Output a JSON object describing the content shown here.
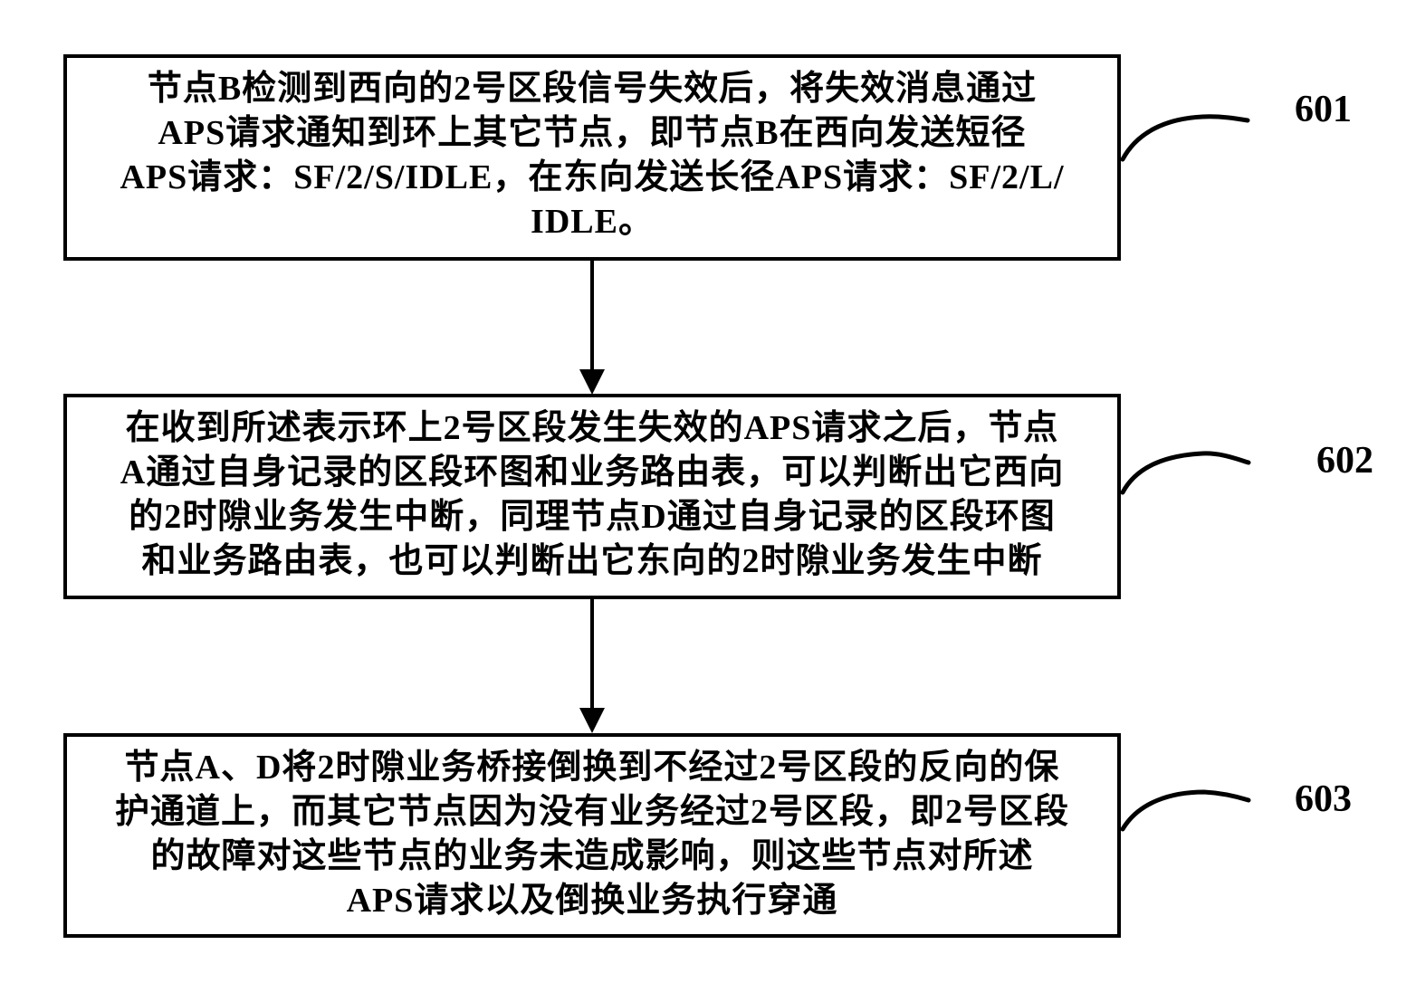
{
  "figure": {
    "type": "flowchart",
    "background_color": "#ffffff",
    "ink_color": "#000000",
    "steps": [
      {
        "ref": "601",
        "lines": [
          "节点B检测到西向的2号区段信号失效后，将失效消息通过",
          "APS请求通知到环上其它节点，即节点B在西向发送短径",
          "APS请求：SF/2/S/IDLE，在东向发送长径APS请求：SF/2/L/",
          "IDLE。"
        ]
      },
      {
        "ref": "602",
        "lines": [
          "在收到所述表示环上2号区段发生失效的APS请求之后，节点",
          "A通过自身记录的区段环图和业务路由表，可以判断出它西向",
          "的2时隙业务发生中断，同理节点D通过自身记录的区段环图",
          "和业务路由表，也可以判断出它东向的2时隙业务发生中断"
        ]
      },
      {
        "ref": "603",
        "lines": [
          "节点A、D将2时隙业务桥接倒换到不经过2号区段的反向的保",
          "护通道上，而其它节点因为没有业务经过2号区段，即2号区段",
          "的故障对这些节点的业务未造成影响，则这些节点对所述",
          "APS请求以及倒换业务执行穿通"
        ]
      }
    ]
  }
}
